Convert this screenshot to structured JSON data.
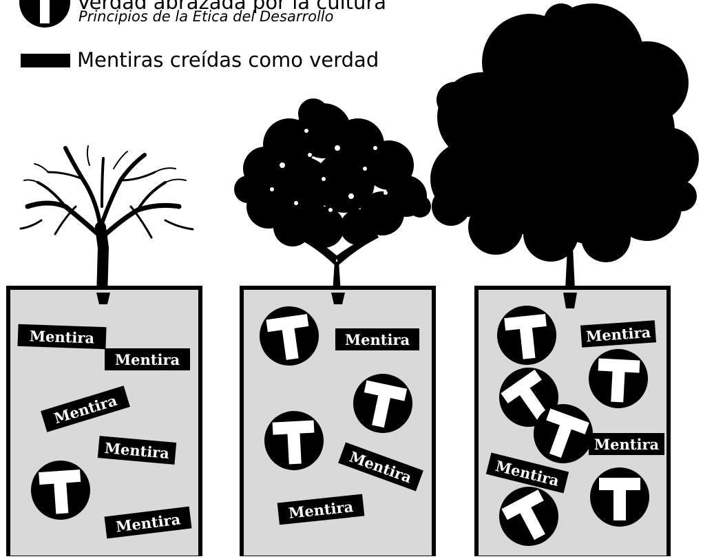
{
  "legend": {
    "truth_label": "Verdad abrazada por la cultura",
    "truth_sublabel": "Principios de la Etica del Desarrollo",
    "lie_label": "Mentiras creídas como verdad",
    "truth_symbol": "T"
  },
  "lie_word": "Mentira",
  "panels": [
    {
      "id": "bare-tree",
      "tree": "bare-branches-icon",
      "truths": 1,
      "lies": 5
    },
    {
      "id": "medium-tree",
      "tree": "leafy-tree-icon",
      "truths": 3,
      "lies": 3
    },
    {
      "id": "full-tree",
      "tree": "dense-tree-icon",
      "truths": 6,
      "lies": 3
    }
  ],
  "colors": {
    "soil": "#d9d9d9",
    "ink": "#000000",
    "paper": "#ffffff"
  }
}
